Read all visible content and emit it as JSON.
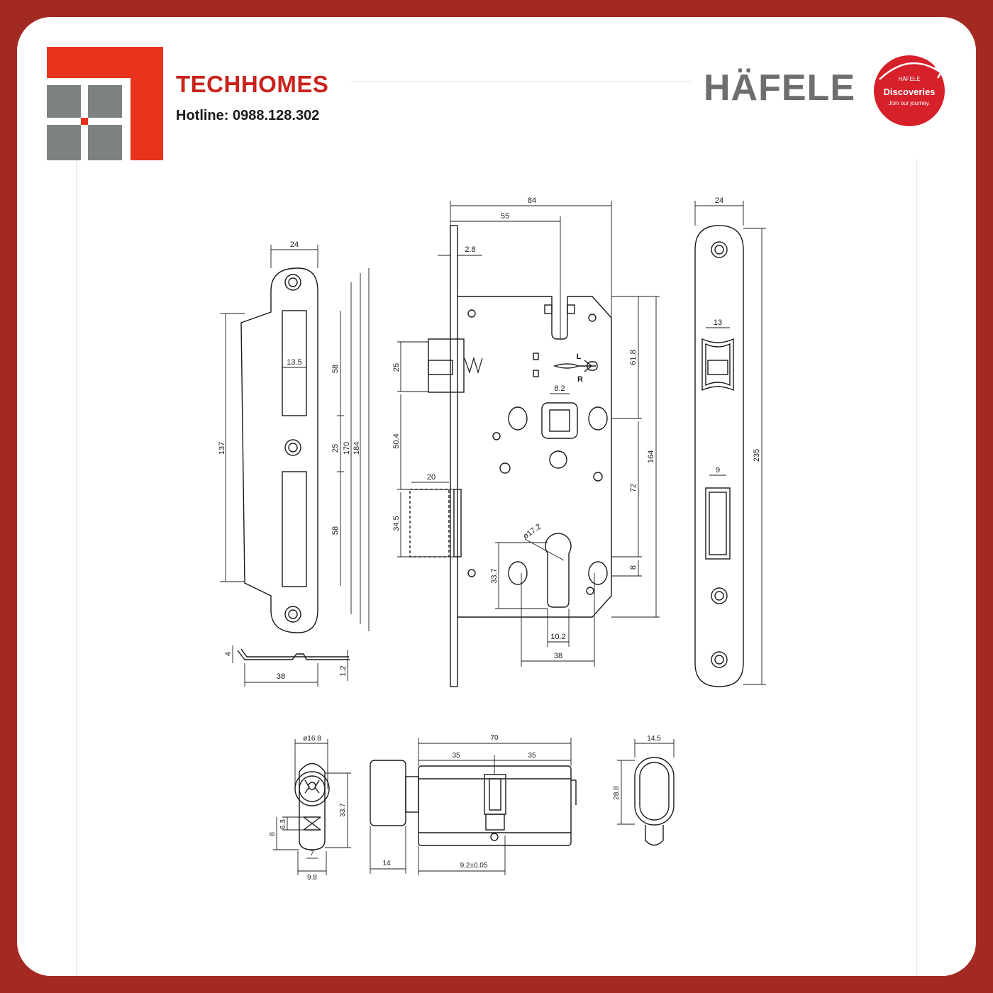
{
  "header": {
    "brand": "TECHHOMES",
    "hotline": "Hotline: 0988.128.302",
    "partner_logo": "HÄFELE",
    "badge": {
      "small": "HÄFELE",
      "title": "Discoveries",
      "tagline": "Join our journey."
    }
  },
  "colors": {
    "border": "#a32a22",
    "brand_red": "#e8341c",
    "logo_gray": "#7b8280",
    "line": "#1a1a1a"
  },
  "strike_plate": {
    "dims": [
      "24",
      "13.5",
      "58",
      "25",
      "58",
      "137",
      "170",
      "184"
    ]
  },
  "strike_profile": {
    "dims": [
      "4",
      "38",
      "1.2"
    ]
  },
  "lock_body": {
    "dims": [
      "84",
      "55",
      "2.8",
      "25",
      "50.4",
      "20",
      "34.5",
      "8.2",
      "L",
      "R",
      "61.8",
      "164",
      "72",
      "ø17.2",
      "33.7",
      "8",
      "10.2",
      "38"
    ]
  },
  "faceplate": {
    "dims": [
      "24",
      "13",
      "9",
      "235"
    ]
  },
  "cylinder_end": {
    "dims": [
      "ø16.8",
      "33.7",
      "6.3",
      "8",
      "7",
      "9.8"
    ]
  },
  "cylinder_side": {
    "dims": [
      "70",
      "35",
      "35",
      "14",
      "9.2±0.05"
    ]
  },
  "thumbturn": {
    "dims": [
      "14.5",
      "28.8"
    ]
  }
}
